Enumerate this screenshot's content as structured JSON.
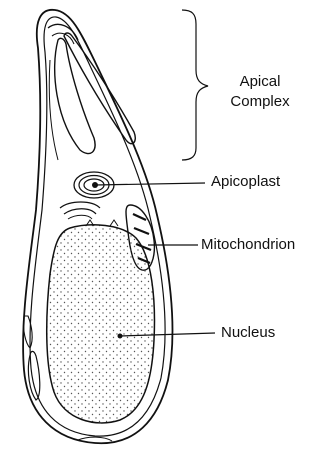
{
  "diagram": {
    "labels": {
      "apical_line1": "Apical",
      "apical_line2": "Complex",
      "apicoplast": "Apicoplast",
      "mitochondrion": "Mitochondrion",
      "nucleus": "Nucleus"
    },
    "colors": {
      "stroke": "#111111",
      "background": "#ffffff",
      "stipple": "#555555"
    }
  }
}
